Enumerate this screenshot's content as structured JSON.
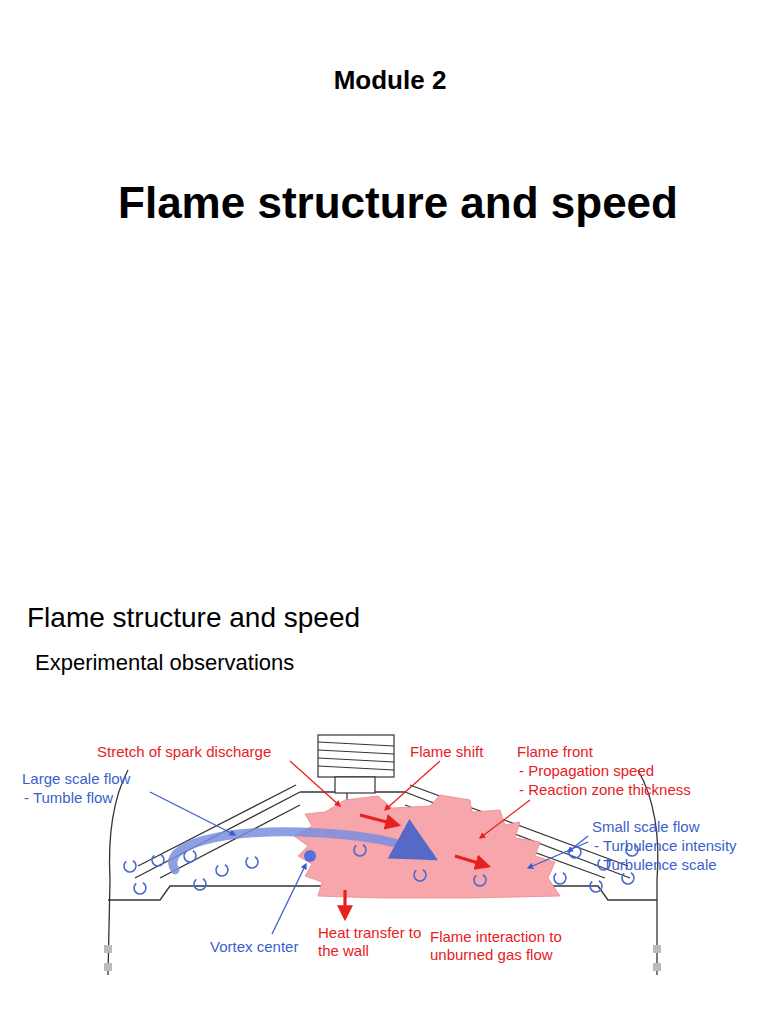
{
  "diagram": {
    "title": "Flame structure and speed",
    "labels": [
      "Module 2",
      "Flame structure and speed",
      "Experimental observations",
      "Stretch of spark discharge",
      "Flame shift",
      "Flame front",
      "- Propagation speed",
      "- Reaction zone thickness",
      "Large scale flow",
      "- Tumble flow",
      "Small scale flow",
      "- Turbulence intensity",
      "- Turbulence scale",
      "Vortex center",
      "Heat transfer to",
      "the wall",
      "Flame interaction to",
      "unburned gas flow"
    ]
  }
}
